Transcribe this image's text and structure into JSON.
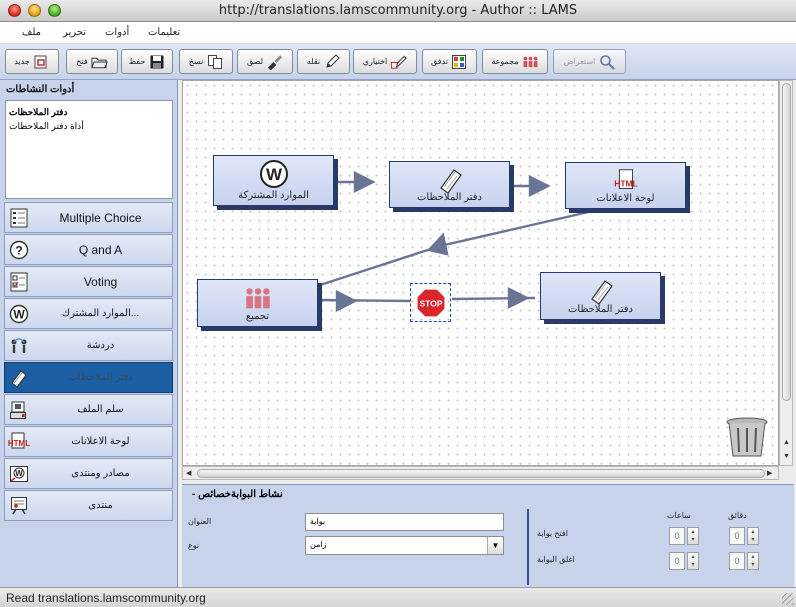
{
  "window": {
    "title": "http://translations.lamscommunity.org - Author :: LAMS"
  },
  "menu": {
    "file": "ملف",
    "edit": "تحرير",
    "tools": "أدوات",
    "help": "تعليمات"
  },
  "toolbar": {
    "new": "جديد",
    "open": "فتح",
    "save": "حفظ",
    "copy": "نسخ",
    "paste": "لصق",
    "transition": "نقله",
    "optional": "اختياري",
    "flow": "تدفق",
    "group": "مجموعة",
    "preview": "استعراض"
  },
  "left_panel": {
    "title": "أدوات النشاطات",
    "list": [
      "دفتر الملاحظات",
      "أداة دفتر الملاحظات"
    ],
    "tools": [
      {
        "label": "Multiple Choice",
        "icon": "multiple-choice-icon",
        "selected": false
      },
      {
        "label": "Q and A",
        "icon": "question-icon",
        "selected": false
      },
      {
        "label": "Voting",
        "icon": "voting-icon",
        "selected": false
      },
      {
        "label": "الموارد المشترك...",
        "icon": "shared-resources-icon",
        "selected": false
      },
      {
        "label": "دردشة",
        "icon": "chat-icon",
        "selected": false
      },
      {
        "label": "دفتر الملاحظات",
        "icon": "notebook-icon",
        "selected": true
      },
      {
        "label": "سلم الملف",
        "icon": "submit-file-icon",
        "selected": false
      },
      {
        "label": "لوحة الاعلانات",
        "icon": "noticeboard-icon",
        "selected": false
      },
      {
        "label": "مصادر ومنتدى",
        "icon": "resources-forum-icon",
        "selected": false
      },
      {
        "label": "منتدى",
        "icon": "forum-icon",
        "selected": false
      }
    ]
  },
  "canvas": {
    "nodes": {
      "shared_resources": "الموارد المشتركة",
      "notebook1": "دفتر الملاحظات",
      "noticeboard": "لوحة الاعلانات",
      "grouping": "تجميع",
      "notebook2": "دفتر الملاحظات"
    },
    "html_badge": "HTML",
    "stop_label": "STOP"
  },
  "properties": {
    "title": "- نشاط البوابةخصائص",
    "title_label": "العنوان",
    "title_value": "بوابة",
    "type_label": "نوع",
    "type_value": "زامن",
    "open_gate": "افتح بوابة",
    "close_gate": "اغلق البوابة",
    "hours": "ساعات",
    "minutes": "دقائق",
    "open_hours": "0",
    "open_minutes": "0",
    "close_hours": "0",
    "close_minutes": "0"
  },
  "status": {
    "text": "Read translations.lamscommunity.org"
  }
}
